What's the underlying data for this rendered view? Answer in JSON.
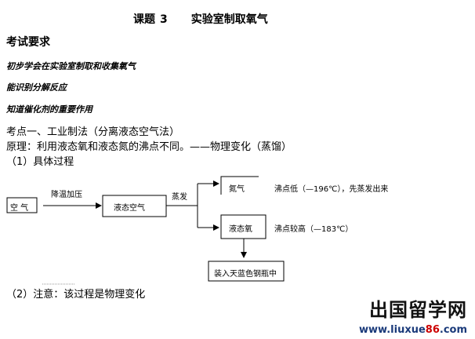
{
  "title": {
    "lesson": "课题",
    "number": "3",
    "name": "实验室制取氧气"
  },
  "requirements": {
    "heading": "考试要求",
    "items": [
      "初步学会在实验室制取和收集氧气",
      "能识别分解反应",
      "知道催化剂的重要作用"
    ]
  },
  "point1": {
    "heading": "考点一、工业制法（分离液态空气法）",
    "principle": "原理：利用液态氧和液态氮的沸点不同。——物理变化（蒸馏）",
    "process_label": "（1）具体过程"
  },
  "flow": {
    "air": "空 气",
    "step1": "降温加压",
    "liquid_air": "液态空气",
    "evaporate": "蒸发",
    "nitrogen": "氮气",
    "nitrogen_note": "沸点低（—196℃），先蒸发出来",
    "liquid_oxygen": "液态氧",
    "oxygen_note": "沸点较高（—183℃）",
    "storage": "装入天蓝色钢瓶中"
  },
  "note": "（2）注意：该过程是物理变化",
  "footer": {
    "logo": "出国留学网",
    "url_prefix": "www.liuxue",
    "url_num": "86",
    "url_suffix": ".com"
  }
}
